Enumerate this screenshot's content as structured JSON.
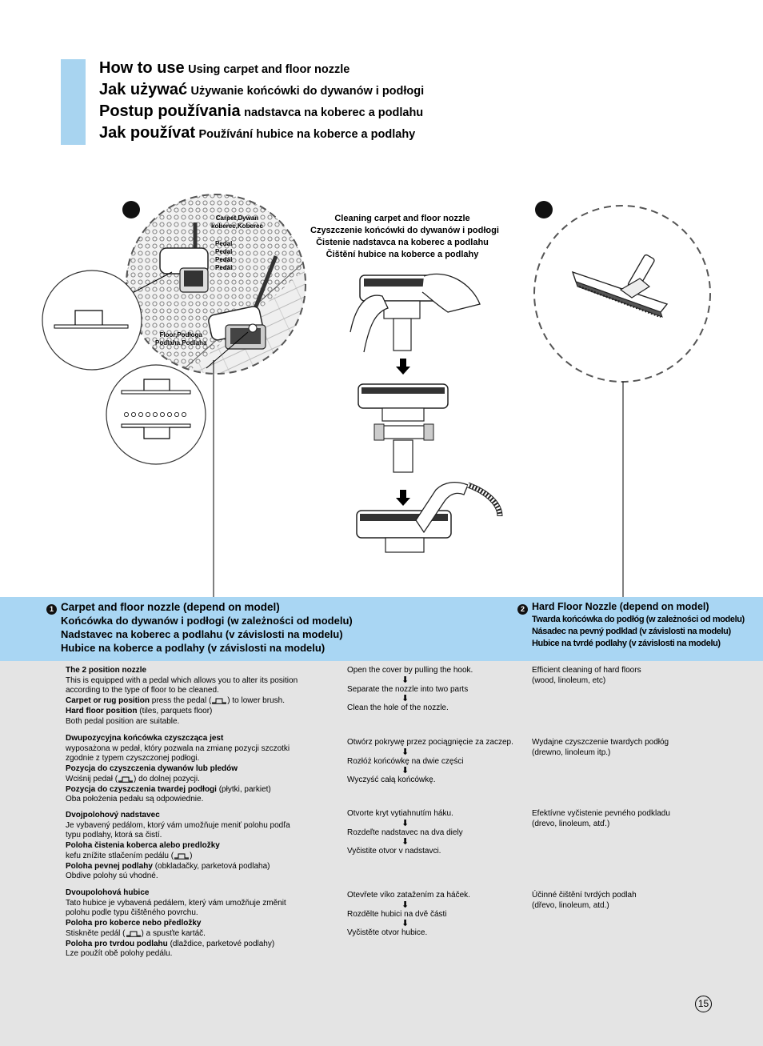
{
  "header": {
    "lines": [
      {
        "big": "How to use",
        "small": "Using carpet and floor nozzle"
      },
      {
        "big": "Jak używać",
        "small": "Używanie końcówki do dywanów i podłogi"
      },
      {
        "big": "Postup používania",
        "small": "nadstavca na koberec a podlahu"
      },
      {
        "big": "Jak používat",
        "small": "Používání hubice na koberce a podlahy"
      }
    ]
  },
  "illustration": {
    "labels": {
      "carpet": [
        "Carpet,Dywan",
        "koberec,Koberec"
      ],
      "pedal": [
        "Pedal",
        "Pedal",
        "Pedál",
        "Pedál"
      ],
      "floor": [
        "Floor,Podłoga",
        "Podlaha,Podlaha"
      ]
    },
    "cleaning_caption": [
      "Cleaning carpet and floor nozzle",
      "Czyszczenie końcówki do dywanów i podłogi",
      "Čistenie nadstavca na koberec a podlahu",
      "Čištění hubice na koberce a podlahy"
    ]
  },
  "section1": {
    "number": "1",
    "title": "Carpet and floor nozzle (depend on model)",
    "subs": [
      "Końcówka do dywanów i podłogi (w zależności od modelu)",
      "Nadstavec na koberec a podlahu (v závislosti na modelu)",
      "Hubice na koberce a podlahy (v závislosti na modelu)"
    ]
  },
  "section2": {
    "number": "2",
    "title": "Hard Floor Nozzle (depend on model)",
    "subs": [
      "Twarda końcówka do podłóg (w zależności od modelu)",
      "Násadec na pevný podklad (v závislosti na modelu)",
      "Hubice na tvrdé podlahy (v závislosti na modelu)"
    ]
  },
  "col1": [
    {
      "heading": "The 2 position nozzle",
      "body": [
        "This is equipped with a pedal which allows you to alter its position",
        "according to the type of floor to be cleaned."
      ],
      "carpet_bold": "Carpet or rug position",
      "carpet_pre": "press the pedal (",
      "carpet_post": ") to lower brush.",
      "hard_bold": "Hard floor position",
      "hard_rest": "(tiles, parquets floor)",
      "last": "Both pedal position are suitable."
    },
    {
      "heading": "Dwupozycyjna końcówka czyszcząca jest",
      "body": [
        "wyposażona w pedał, który pozwala na zmianę pozycji szczotki",
        "zgodnie z typem czyszczonej podłogi."
      ],
      "carpet_bold": "Pozycja do czyszczenia dywanów lub pledów",
      "carpet_pre": "Wciśnij pedał (",
      "carpet_post": ") do dolnej pozycji.",
      "hard_bold": "Pozycja do czyszczenia twardej podłogi",
      "hard_rest": "(płytki, parkiet)",
      "last": "Oba położenia pedału są odpowiednie."
    },
    {
      "heading": "Dvojpolohový nadstavec",
      "body": [
        "Je vybavený pedálom, ktorý vám umožňuje meniť polohu podľa",
        "typu podlahy, ktorá sa čistí."
      ],
      "carpet_bold": "Poloha čistenia koberca alebo predložky",
      "carpet_pre": "kefu znížite stlačením pedálu (",
      "carpet_post": ")",
      "hard_bold": "Poloha pevnej podlahy",
      "hard_rest": "(obkladačky, parketová podlaha)",
      "last": "Obdive polohy sú vhodné."
    },
    {
      "heading": "Dvoupolohová hubice",
      "body": [
        "Tato hubice je vybavená pedálem, který vám umožňuje změnit",
        "polohu podle typu čištěného povrchu."
      ],
      "carpet_bold": "Poloha pro koberce nebo předložky",
      "carpet_pre": "Stiskněte pedál (",
      "carpet_post": ") a spusťte kartáč.",
      "hard_bold": "Poloha pro tvrdou podlahu",
      "hard_rest": "(dlaždice, parketové podlahy)",
      "last": "Lze použít obě polohy pedálu."
    }
  ],
  "col2": [
    [
      "Open the cover by pulling the hook.",
      "Separate the nozzle into two parts",
      "Clean the hole of the nozzle."
    ],
    [
      "Otwórz pokrywę przez pociągnięcie za zaczep.",
      "Rozłóż końcówkę na dwie części",
      "Wyczyść całą końcówkę."
    ],
    [
      "Otvorte kryt vytiahnutím háku.",
      "Rozdeľte nadstavec na dva diely",
      "Vyčistite otvor v nadstavci."
    ],
    [
      "Otevřete víko zatažením za háček.",
      "Rozdělte hubici na dvě části",
      "Vyčistěte otvor hubice."
    ]
  ],
  "col3": [
    [
      "Efficient cleaning of hard floors",
      "(wood, linoleum, etc)"
    ],
    [
      "Wydajne czyszczenie twardych podłóg",
      "(drewno, linoleum itp.)"
    ],
    [
      "Efektívne vyčistenie pevného podkladu",
      "(drevo, linoleum, atď.)"
    ],
    [
      "Účinné čištění tvrdých podlah",
      "(dřevo, linoleum, atd.)"
    ]
  ],
  "page_number": "15"
}
